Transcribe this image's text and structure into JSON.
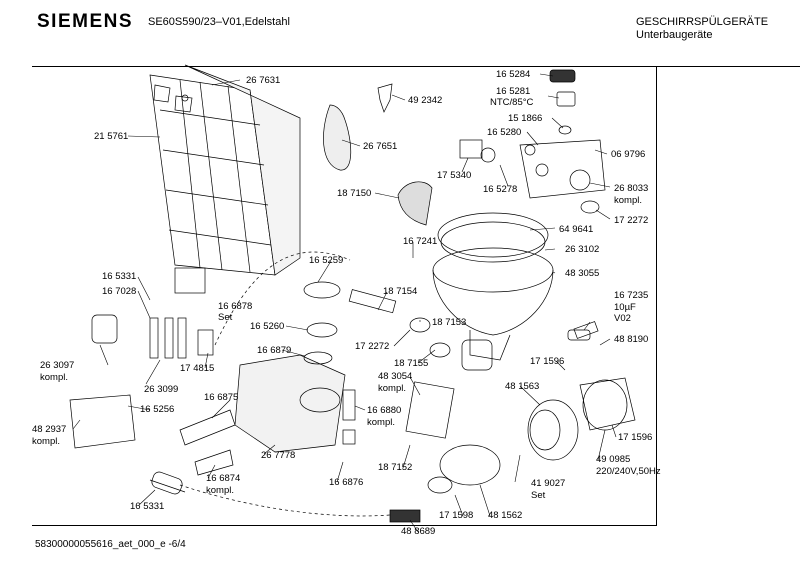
{
  "header": {
    "brand": "SIEMENS",
    "model": "SE60S590/23–V01,Edelstahl",
    "category_line1": "GESCHIRRSPÜLGERÄTE",
    "category_line2": "Unterbaugeräte"
  },
  "footer": {
    "doc_id": "58300000055616_aet_000_e  -6/4"
  },
  "parts": [
    {
      "id": "p1",
      "text": "26 7631"
    },
    {
      "id": "p2",
      "text": "21 5761"
    },
    {
      "id": "p3",
      "text": "49 2342"
    },
    {
      "id": "p4",
      "text": "26 7651"
    },
    {
      "id": "p5",
      "text": "16 5284"
    },
    {
      "id": "p6",
      "text": "16 5281"
    },
    {
      "id": "p7",
      "text": "NTC/85°C"
    },
    {
      "id": "p8",
      "text": "15 1866"
    },
    {
      "id": "p9",
      "text": "16 5280"
    },
    {
      "id": "p10",
      "text": "06 9796"
    },
    {
      "id": "p11",
      "text": "17 5340"
    },
    {
      "id": "p12",
      "text": "16 5278"
    },
    {
      "id": "p13",
      "text": "26 8033"
    },
    {
      "id": "p14",
      "text": "kompl."
    },
    {
      "id": "p15",
      "text": "17 2272"
    },
    {
      "id": "p16",
      "text": "18 7150"
    },
    {
      "id": "p17",
      "text": "64 9641"
    },
    {
      "id": "p18",
      "text": "16 7241"
    },
    {
      "id": "p19",
      "text": "26 3102"
    },
    {
      "id": "p20",
      "text": "16 5259"
    },
    {
      "id": "p21",
      "text": "48 3055"
    },
    {
      "id": "p22",
      "text": "16 5331"
    },
    {
      "id": "p23",
      "text": "16 7028"
    },
    {
      "id": "p24",
      "text": "16 6878"
    },
    {
      "id": "p25",
      "text": "Set"
    },
    {
      "id": "p26",
      "text": "18 7154"
    },
    {
      "id": "p27",
      "text": "16 7235"
    },
    {
      "id": "p28",
      "text": "10µF"
    },
    {
      "id": "p29",
      "text": "V02"
    },
    {
      "id": "p30",
      "text": "16 5260"
    },
    {
      "id": "p31",
      "text": "18 7153"
    },
    {
      "id": "p32",
      "text": "48 8190"
    },
    {
      "id": "p33",
      "text": "17 2272"
    },
    {
      "id": "p34",
      "text": "16 6879"
    },
    {
      "id": "p35",
      "text": "26 3097"
    },
    {
      "id": "p36",
      "text": "kompl."
    },
    {
      "id": "p37",
      "text": "18 7155"
    },
    {
      "id": "p38",
      "text": "17 1596"
    },
    {
      "id": "p39",
      "text": "17 4815"
    },
    {
      "id": "p40",
      "text": "26 3099"
    },
    {
      "id": "p41",
      "text": "48 3054"
    },
    {
      "id": "p42",
      "text": "kompl."
    },
    {
      "id": "p43",
      "text": "48 1563"
    },
    {
      "id": "p44",
      "text": "16 6875"
    },
    {
      "id": "p45",
      "text": "16 5256"
    },
    {
      "id": "p46",
      "text": "16 6880"
    },
    {
      "id": "p47",
      "text": "kompl."
    },
    {
      "id": "p48",
      "text": "48 2937"
    },
    {
      "id": "p49",
      "text": "kompl."
    },
    {
      "id": "p50",
      "text": "17 1596"
    },
    {
      "id": "p51",
      "text": "26 7778"
    },
    {
      "id": "p52",
      "text": "18 7152"
    },
    {
      "id": "p53",
      "text": "49 0985"
    },
    {
      "id": "p54",
      "text": "220/240V,50Hz"
    },
    {
      "id": "p55",
      "text": "16 6874"
    },
    {
      "id": "p56",
      "text": "kompl."
    },
    {
      "id": "p57",
      "text": "16 6876"
    },
    {
      "id": "p58",
      "text": "41 9027"
    },
    {
      "id": "p59",
      "text": "Set"
    },
    {
      "id": "p60",
      "text": "16 5331"
    },
    {
      "id": "p61",
      "text": "17 1598"
    },
    {
      "id": "p62",
      "text": "48 1562"
    },
    {
      "id": "p63",
      "text": "48 8689"
    }
  ]
}
